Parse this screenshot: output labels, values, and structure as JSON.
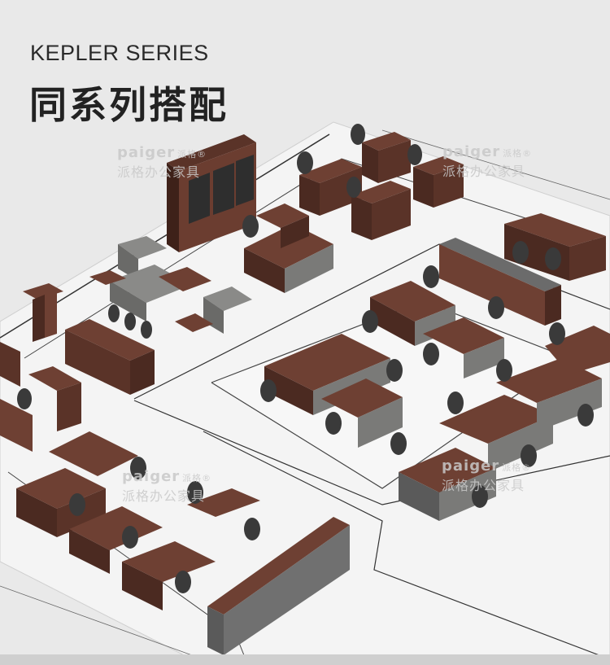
{
  "header": {
    "series_title": "KEPLER SERIES",
    "subtitle": "同系列搭配"
  },
  "watermarks": [
    {
      "brand": "paiger",
      "brand_cn": "派格®",
      "tagline": "派格办公家具"
    },
    {
      "brand": "paiger",
      "brand_cn": "派格®",
      "tagline": "派格办公家具"
    },
    {
      "brand": "paiger",
      "brand_cn": "派格®",
      "tagline": "派格办公家具"
    },
    {
      "brand": "paiger",
      "brand_cn": "派格®",
      "tagline": "派格办公家具"
    }
  ],
  "colors": {
    "background": "#e9e9e9",
    "floor": "#f4f4f4",
    "wood": "#6b3d30",
    "wood_dark": "#4e2b22",
    "metal": "#707070",
    "chair": "#3a3a3a",
    "sofa": "#7a7a78"
  }
}
